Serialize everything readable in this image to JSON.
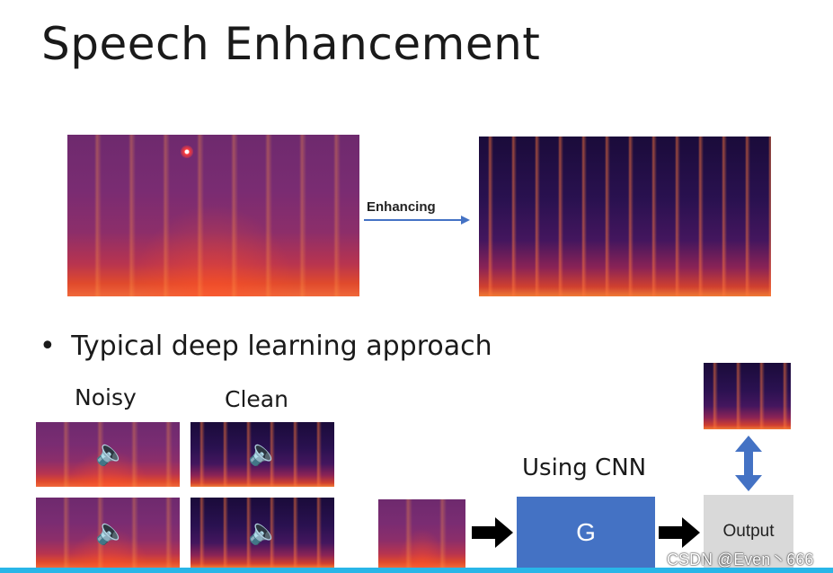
{
  "title": "Speech Enhancement",
  "enhancing_label": "Enhancing",
  "bullet_text": "Typical deep learning approach",
  "bullet_symbol": "•",
  "noisy_label": "Noisy",
  "clean_label": "Clean",
  "cnn_label": "Using CNN",
  "g_label": "G",
  "output_label": "Output",
  "watermark": "CSDN @Even丶666",
  "speaker_icon": "🔈",
  "colors": {
    "arrow_blue": "#4472c4",
    "g_box": "#4472c4",
    "output_box": "#d9d9d9",
    "bottom_bar": "#29b6e8"
  }
}
